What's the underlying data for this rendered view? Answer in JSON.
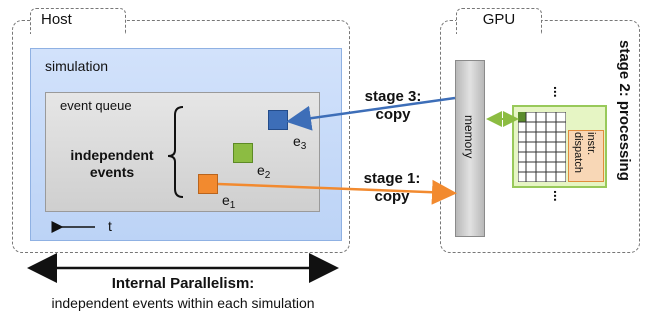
{
  "host": {
    "label": "Host"
  },
  "gpu": {
    "label": "GPU"
  },
  "simulation": {
    "label": "simulation"
  },
  "event_queue": {
    "label": "event queue",
    "independent_label_line1": "independent",
    "independent_label_line2": "events",
    "events": [
      {
        "name": "e",
        "sub": "1",
        "color": "#f28a2f"
      },
      {
        "name": "e",
        "sub": "2",
        "color": "#8cbc42"
      },
      {
        "name": "e",
        "sub": "3",
        "color": "#3d6eb8"
      }
    ],
    "time_label": "t"
  },
  "memory": {
    "label": "memory"
  },
  "dispatch": {
    "label_line1": "instr.",
    "label_line2": "dispatch"
  },
  "stages": {
    "stage1_line1": "stage 1:",
    "stage1_line2": "copy",
    "stage3_line1": "stage 3:",
    "stage3_line2": "copy",
    "stage2": "stage 2: processing"
  },
  "ellipsis": "...",
  "footer": {
    "title": "Internal Parallelism:",
    "subtitle": "independent events within each simulation"
  },
  "colors": {
    "orange": "#f28a2f",
    "green": "#8cbc42",
    "blue": "#3d6eb8",
    "cell_dark": "#5a8c2a"
  }
}
